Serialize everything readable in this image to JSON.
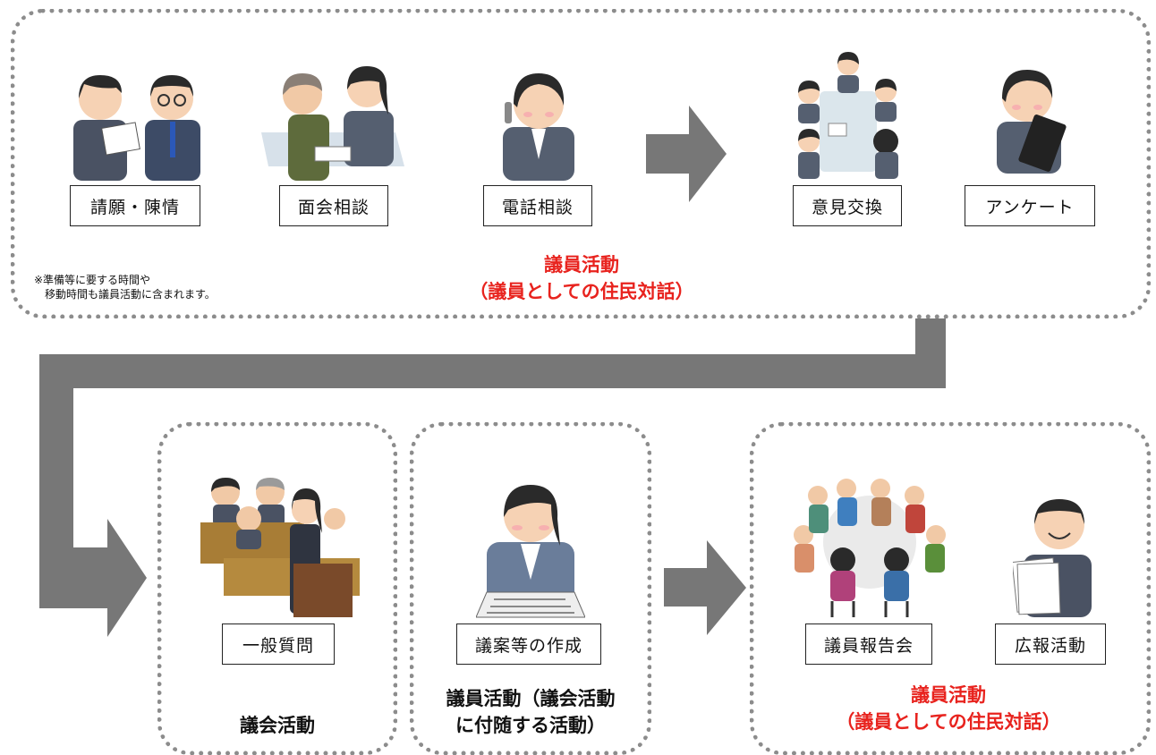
{
  "colors": {
    "accent_red": "#e8231e",
    "arrow_gray": "#777777",
    "border_gray": "#8c8c8c"
  },
  "top_group": {
    "items": [
      {
        "label": "請願・陳情",
        "icon": "petition-people-icon"
      },
      {
        "label": "面会相談",
        "icon": "meeting-consultation-icon"
      },
      {
        "label": "電話相談",
        "icon": "phone-consultation-icon"
      },
      {
        "label": "意見交換",
        "icon": "discussion-group-icon"
      },
      {
        "label": "アンケート",
        "icon": "survey-clipboard-icon"
      }
    ],
    "caption_line1": "議員活動",
    "caption_line2": "（議員としての住民対話）",
    "note_line1": "※準備等に要する時間や",
    "note_line2": "　移動時間も議員活動に含まれます。"
  },
  "council_group": {
    "items": [
      {
        "label": "一般質問",
        "icon": "assembly-speech-icon"
      }
    ],
    "caption": "議会活動"
  },
  "drafting_group": {
    "items": [
      {
        "label": "議案等の作成",
        "icon": "document-drafting-icon"
      }
    ],
    "caption_line1": "議員活動（議会活動",
    "caption_line2": "に付随する活動）"
  },
  "report_group": {
    "items": [
      {
        "label": "議員報告会",
        "icon": "report-meeting-icon"
      },
      {
        "label": "広報活動",
        "icon": "publicity-papers-icon"
      }
    ],
    "caption_line1": "議員活動",
    "caption_line2": "（議員としての住民対話）"
  }
}
